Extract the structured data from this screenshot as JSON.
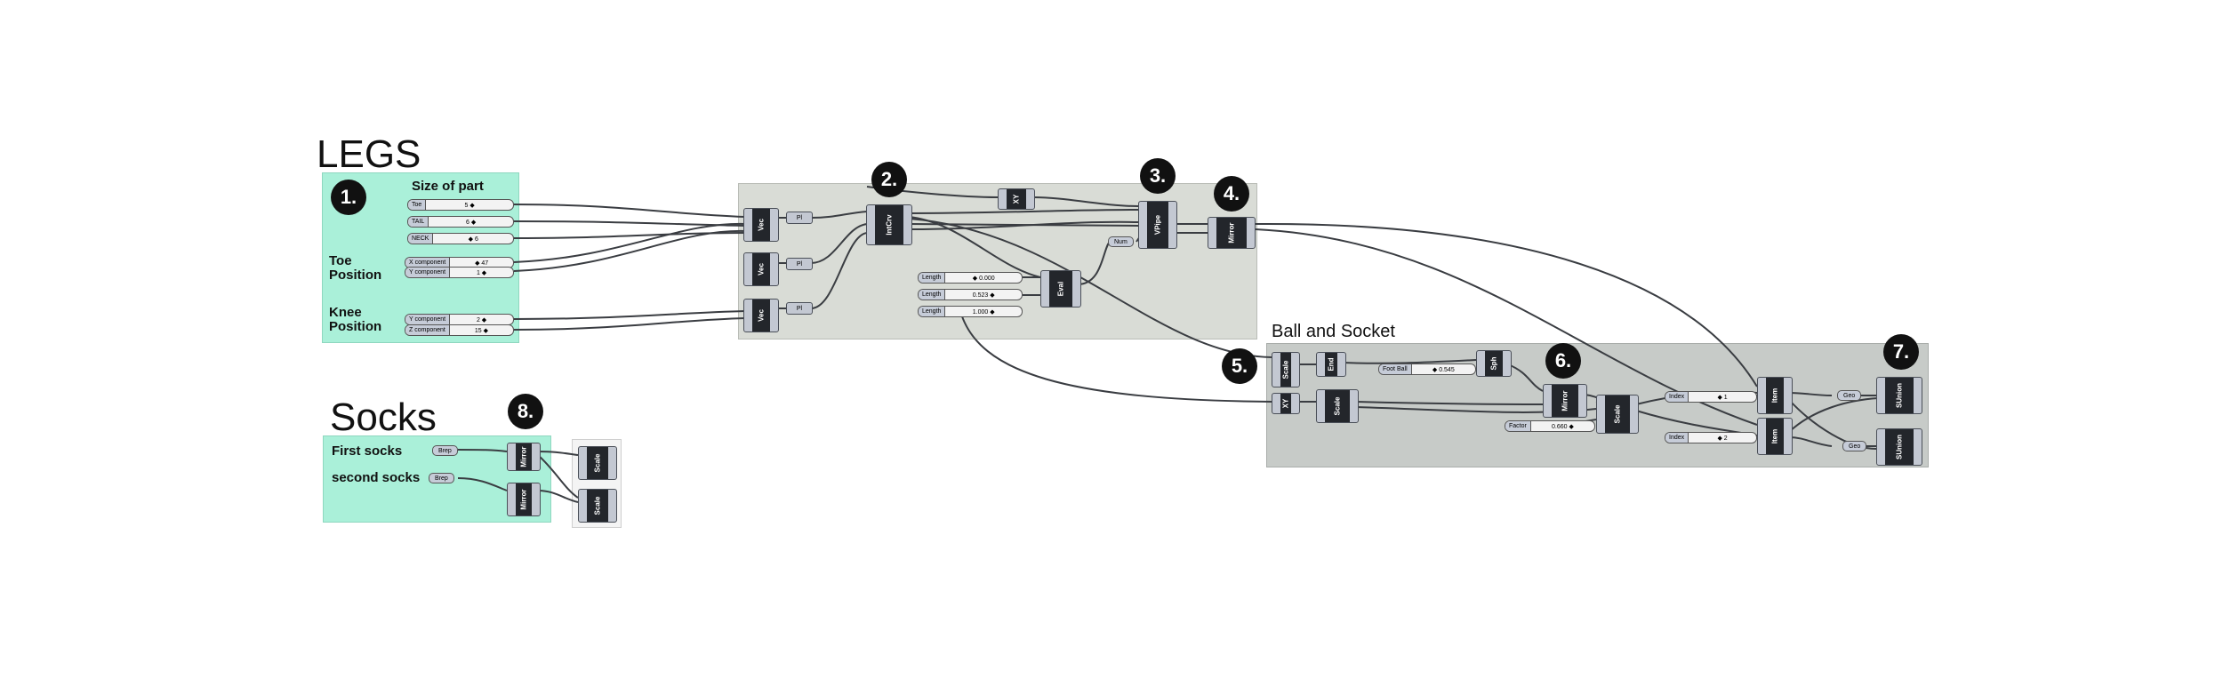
{
  "sections": {
    "legs": "LEGS",
    "socks": "Socks",
    "ball_and_socket": "Ball and Socket"
  },
  "badges": {
    "b1": "1.",
    "b2": "2.",
    "b3": "3.",
    "b4": "4.",
    "b5": "5.",
    "b6": "6.",
    "b7": "7.",
    "b8": "8."
  },
  "legs_panel": {
    "size_of_part": "Size of part",
    "toe_position": "Toe\nPosition",
    "knee_position": "Knee\nPosition",
    "sliders": [
      {
        "label": "Toe",
        "value": "5 ◆"
      },
      {
        "label": "TAIL",
        "value": "6 ◆"
      },
      {
        "label": "NECK",
        "value": "◆ 6"
      },
      {
        "label": "X component",
        "value": "◆ 47"
      },
      {
        "label": "Y component",
        "value": "1 ◆"
      },
      {
        "label": "Y component",
        "value": "2 ◆"
      },
      {
        "label": "Z component",
        "value": "15 ◆"
      }
    ]
  },
  "socks_panel": {
    "first": "First socks",
    "second": "second socks",
    "brep": "Brep"
  },
  "components": {
    "vec": "Vec",
    "pl": "Pl",
    "intcrv": "IntCrv",
    "xy": "XY",
    "vpipe": "VPipe",
    "mirror": "Mirror",
    "eval": "Eval",
    "num": "Num",
    "sph": "Sph",
    "end": "End",
    "scale": "Scale",
    "item": "Item",
    "sunion": "SUnion",
    "geo": "Geo",
    "lengths": [
      {
        "label": "Length",
        "value": "◆ 0.000"
      },
      {
        "label": "Length",
        "value": "0.523 ◆"
      },
      {
        "label": "Length",
        "value": "1.000 ◆"
      }
    ],
    "foot_ball": {
      "label": "Foot Ball",
      "value": "◆ 0.545"
    },
    "factor": {
      "label": "Factor",
      "value": "0.660 ◆"
    },
    "index1": {
      "label": "Index",
      "value": "◆ 1"
    },
    "index2": {
      "label": "Index",
      "value": "◆ 2"
    }
  },
  "colors": {
    "green_group": "#aaf0d9",
    "grey_group": "#d9dcd6",
    "dark_grey_group": "#c7cbc8",
    "component_body": "#23262b"
  }
}
